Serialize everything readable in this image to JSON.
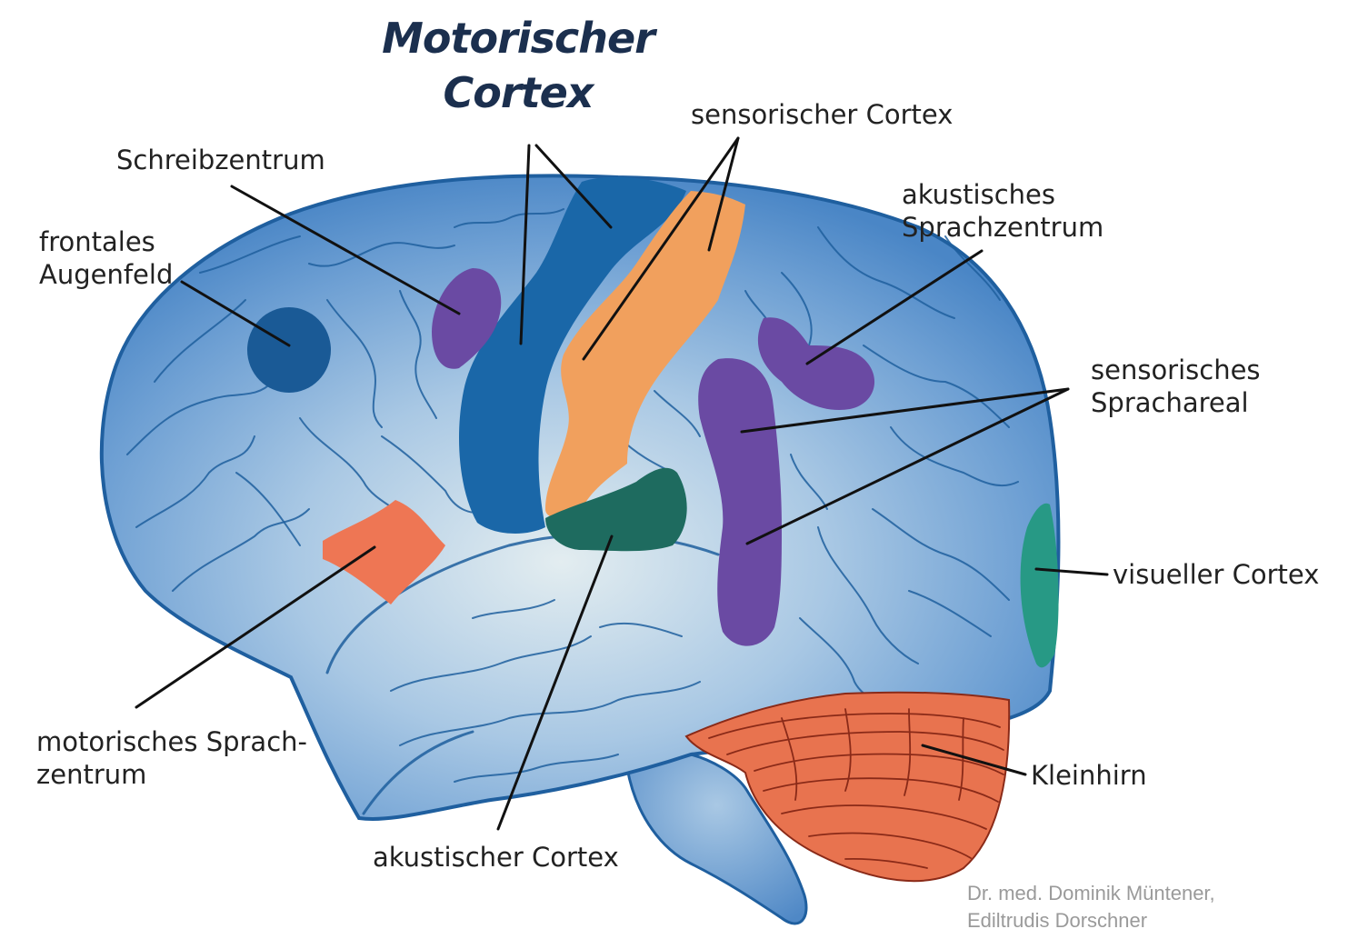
{
  "headline": {
    "line1": "Motorischer",
    "line2": "Cortex"
  },
  "labels": {
    "schreibzentrum": "Schreibzentrum",
    "frontales_augenfeld": {
      "line1": "frontales",
      "line2": "Augenfeld"
    },
    "sensorischer_cortex": "sensorischer Cortex",
    "akustisches_sprachzentrum": {
      "line1": "akustisches",
      "line2": "Sprachzentrum"
    },
    "sensorisches_sprachareal": {
      "line1": "sensorisches",
      "line2": "Sprachareal"
    },
    "visueller_cortex": "visueller Cortex",
    "motorisches_sprachzentrum": {
      "line1": "motorisches Sprach-",
      "line2": "zentrum"
    },
    "akustischer_cortex": "akustischer Cortex",
    "kleinhirn": "Kleinhirn"
  },
  "credit": {
    "line1": "Dr. med. Dominik Müntener,",
    "line2": "Ediltrudis Dorschner"
  },
  "colors": {
    "brain_outline": "#1f5f9f",
    "brain_center": "#dfeaf0",
    "brain_edge": "#3f7ec2",
    "motor_cortex": "#1a67a8",
    "sensory_cortex": "#f1a05d",
    "speech_purple": "#6a4aa3",
    "motor_speech": "#ee7654",
    "eye_field": "#1a5a96",
    "auditory_cortex": "#1e6b5f",
    "visual_cortex": "#279985",
    "cerebellum": "#e8734f",
    "headline": "#1b2f4e"
  }
}
